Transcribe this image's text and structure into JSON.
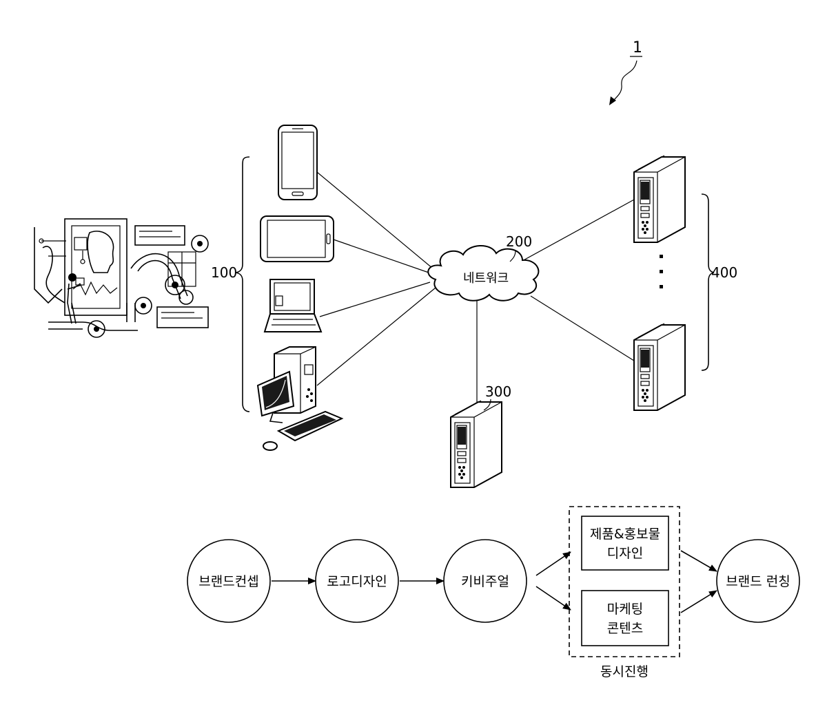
{
  "figure": {
    "figure_ref": "1",
    "labels": {
      "client_group": "100",
      "network_ref": "200",
      "network_name": "네트워크",
      "platform_server": "300",
      "server_group": "400"
    },
    "icons": [
      "illustration-figure",
      "smartphone-icon",
      "tablet-icon",
      "laptop-icon",
      "desktop-pc-icon",
      "cloud-icon",
      "server-icon"
    ]
  },
  "flow": {
    "steps": [
      "브랜드컨셉",
      "로고디자인",
      "키비주얼"
    ],
    "parallel": {
      "box1_line1": "제품&홍보물",
      "box1_line2": "디자인",
      "box2_line1": "마케팅",
      "box2_line2": "콘텐츠",
      "caption": "동시진행"
    },
    "final": "브랜드 런칭"
  }
}
